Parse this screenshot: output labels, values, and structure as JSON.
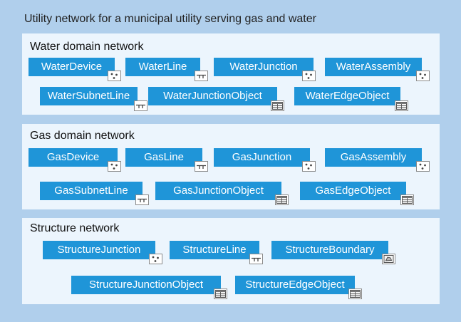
{
  "title": "Utility network for a municipal utility serving gas and water",
  "panels": [
    {
      "title": "Water domain network",
      "items": [
        {
          "label": "WaterDevice",
          "icon": "point-feature-icon"
        },
        {
          "label": "WaterLine",
          "icon": "line-feature-icon"
        },
        {
          "label": "WaterJunction",
          "icon": "point-feature-icon"
        },
        {
          "label": "WaterAssembly",
          "icon": "point-feature-icon"
        },
        {
          "label": "WaterSubnetLine",
          "icon": "line-feature-icon"
        },
        {
          "label": "WaterJunctionObject",
          "icon": "table-icon"
        },
        {
          "label": "WaterEdgeObject",
          "icon": "table-icon"
        }
      ]
    },
    {
      "title": "Gas domain network",
      "items": [
        {
          "label": "GasDevice",
          "icon": "point-feature-icon"
        },
        {
          "label": "GasLine",
          "icon": "line-feature-icon"
        },
        {
          "label": "GasJunction",
          "icon": "point-feature-icon"
        },
        {
          "label": "GasAssembly",
          "icon": "point-feature-icon"
        },
        {
          "label": "GasSubnetLine",
          "icon": "line-feature-icon"
        },
        {
          "label": "GasJunctionObject",
          "icon": "table-icon"
        },
        {
          "label": "GasEdgeObject",
          "icon": "table-icon"
        }
      ]
    },
    {
      "title": "Structure network",
      "items": [
        {
          "label": "StructureJunction",
          "icon": "point-feature-icon"
        },
        {
          "label": "StructureLine",
          "icon": "line-feature-icon"
        },
        {
          "label": "StructureBoundary",
          "icon": "polygon-feature-icon"
        },
        {
          "label": "StructureJunctionObject",
          "icon": "table-icon"
        },
        {
          "label": "StructureEdgeObject",
          "icon": "table-icon"
        }
      ]
    }
  ],
  "colors": {
    "background": "#b0cfec",
    "panel": "#ecf5fd",
    "chip": "#1f95d8",
    "chip_text": "#ffffff"
  }
}
